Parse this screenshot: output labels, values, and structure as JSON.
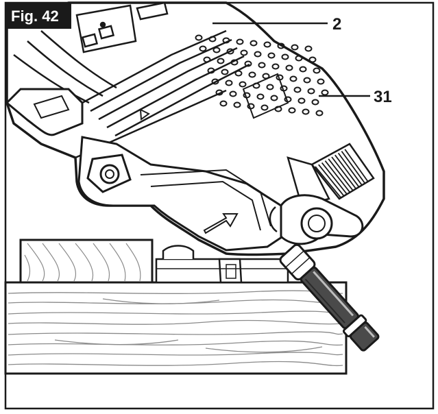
{
  "figure": {
    "tag": "Fig. 42",
    "callouts": [
      {
        "id": "2",
        "label": "2"
      },
      {
        "id": "31",
        "label": "31"
      }
    ]
  },
  "colors": {
    "ink": "#1a1a1a",
    "paper": "#ffffff",
    "tag_bg": "#1a1a1a",
    "wood_grain": "#8a8a8a",
    "handle_fill": "#4a4a4a"
  },
  "icons": {
    "direction_arrow": "arrow-icon",
    "triangle_mark": "triangle-icon"
  }
}
